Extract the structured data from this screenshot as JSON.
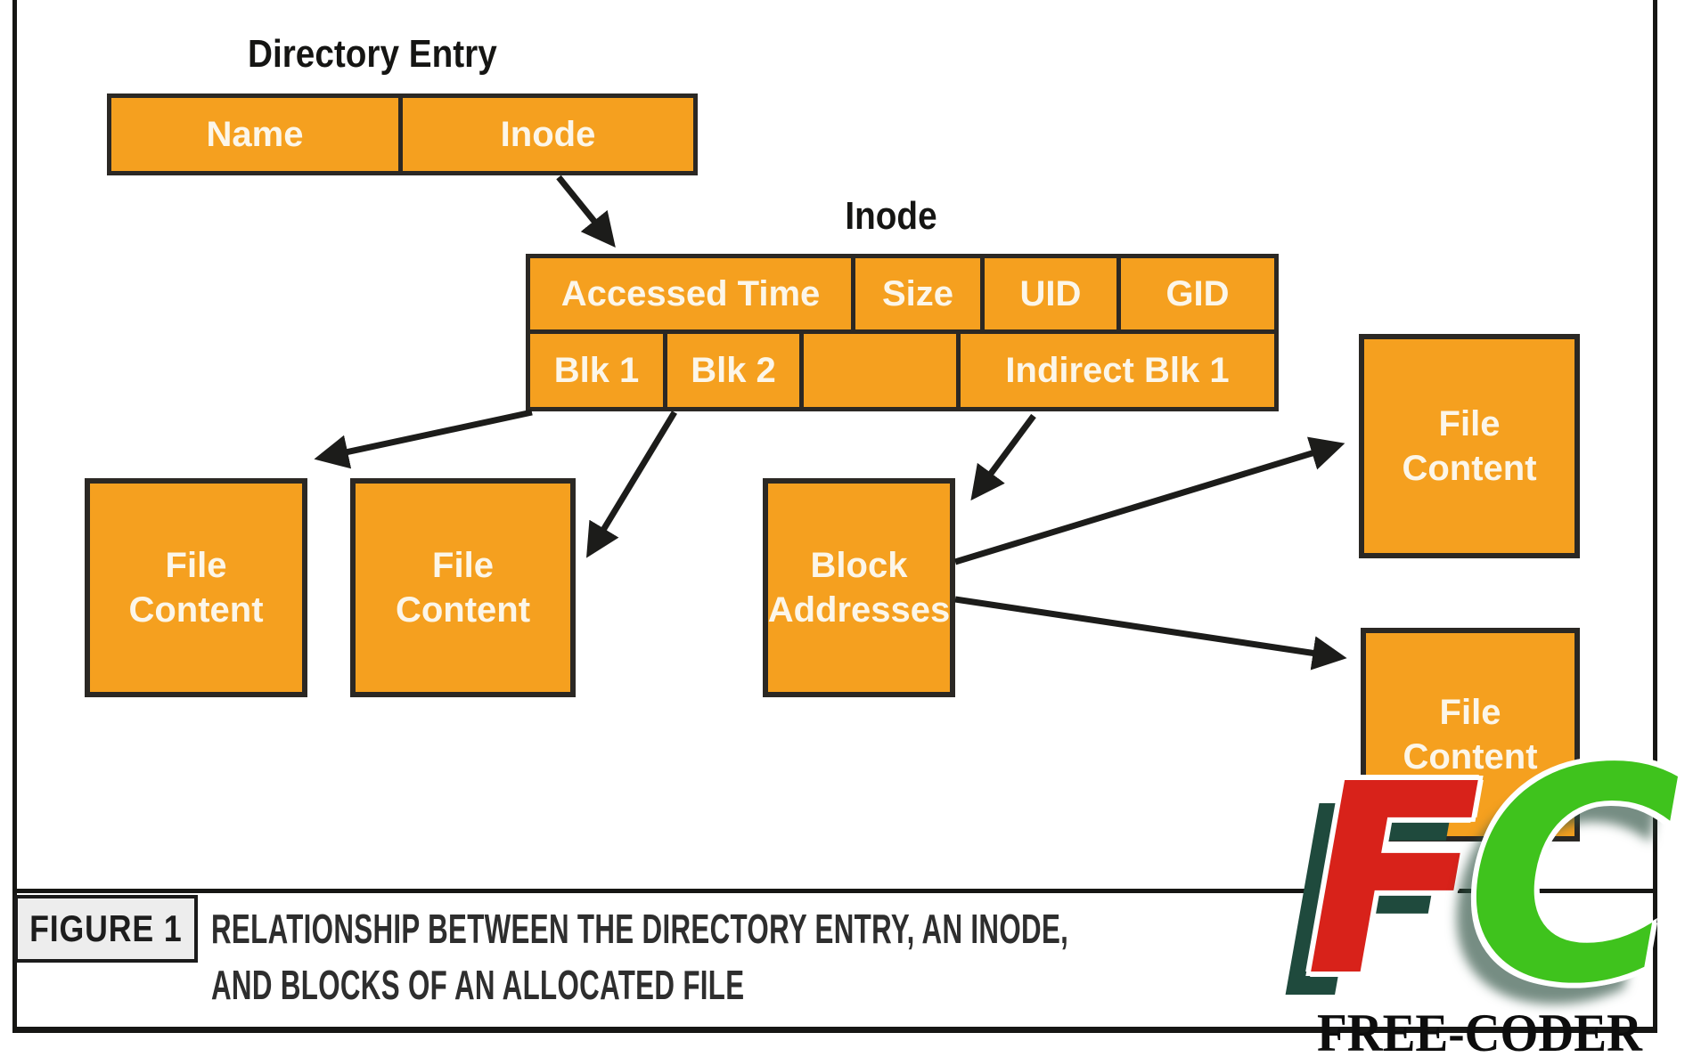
{
  "colors": {
    "box_fill": "#F5A01F",
    "box_border": "#2B2824",
    "arrow": "#1C1C1A",
    "figure_chip_bg": "#EDEDED",
    "caption_text": "#2E2E2E",
    "logo_red": "#D8221A",
    "logo_green": "#3FC31D",
    "logo_shadow_green": "#1F4A3D",
    "logo_text_color": "#0D0D0D"
  },
  "directory_entry": {
    "title": "Directory Entry",
    "cells": [
      {
        "label": "Name"
      },
      {
        "label": "Inode"
      }
    ]
  },
  "inode": {
    "title": "Inode",
    "row1": [
      {
        "label": "Accessed Time"
      },
      {
        "label": "Size"
      },
      {
        "label": "UID"
      },
      {
        "label": "GID"
      }
    ],
    "row2": [
      {
        "label": "Blk 1"
      },
      {
        "label": "Blk 2"
      },
      {
        "label": ""
      },
      {
        "label": "Indirect Blk 1"
      }
    ]
  },
  "blocks": {
    "file_content": "File\nContent",
    "block_addresses": "Block\nAddresses"
  },
  "caption": {
    "figure_label": "FIGURE 1",
    "line1": "RELATIONSHIP BETWEEN THE DIRECTORY ENTRY, AN INODE,",
    "line2": "AND BLOCKS OF AN ALLOCATED FILE"
  },
  "watermark": {
    "letter_f": "F",
    "letter_c": "C",
    "text": "FREE-CODER"
  }
}
